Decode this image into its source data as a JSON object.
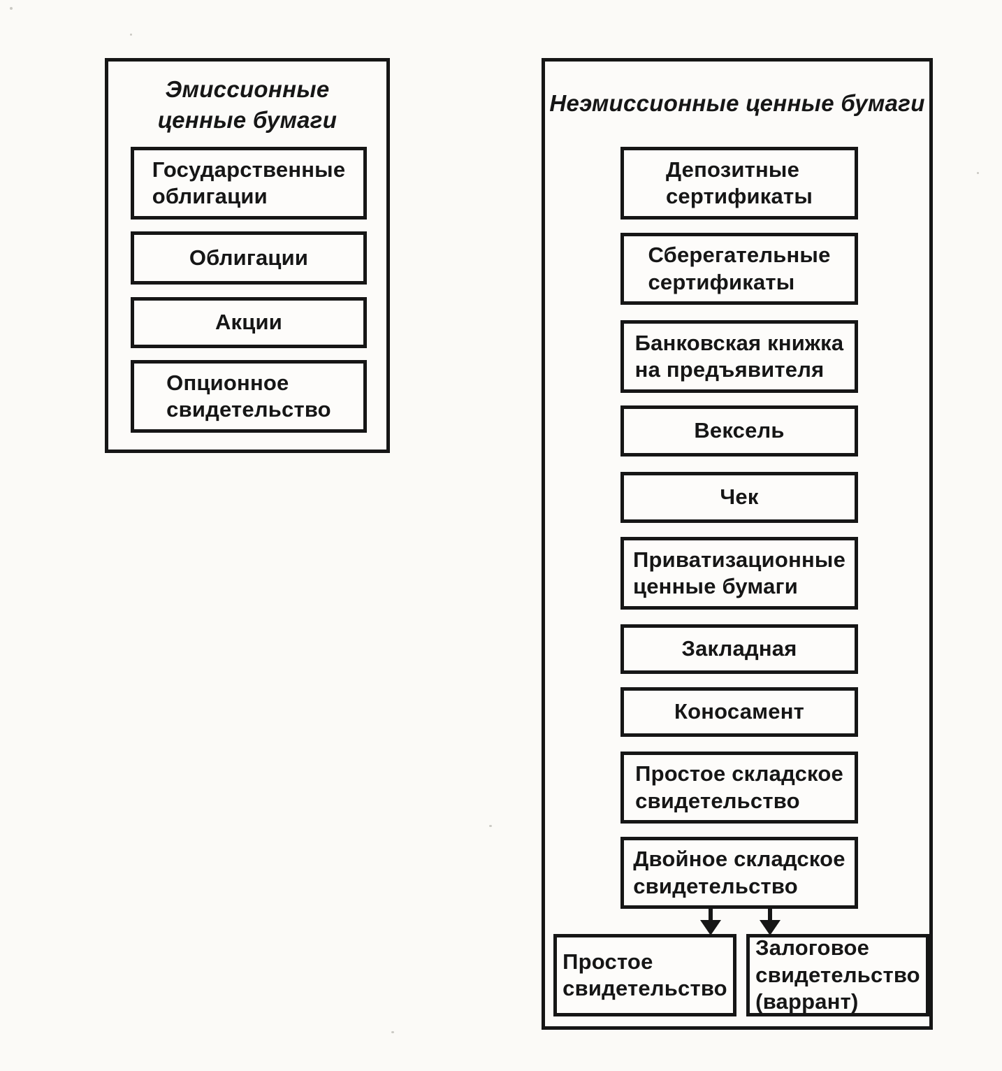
{
  "diagram": {
    "colors": {
      "ink": "#161616",
      "paper": "#fbfaf7"
    },
    "left_panel": {
      "title": "Эмиссионные\nценные бумаги",
      "items": [
        {
          "label": "Государственные\nоблигации"
        },
        {
          "label": "Облигации"
        },
        {
          "label": "Акции"
        },
        {
          "label": "Опционное\nсвидетельство"
        }
      ]
    },
    "right_panel": {
      "title": "Неэмиссионные ценные бумаги",
      "items": [
        {
          "label": "Депозитные\nсертификаты"
        },
        {
          "label": "Сберегательные\nсертификаты"
        },
        {
          "label": "Банковская книжка\nна предъявителя"
        },
        {
          "label": "Вексель"
        },
        {
          "label": "Чек"
        },
        {
          "label": "Приватизационные\nценные бумаги"
        },
        {
          "label": "Закладная"
        },
        {
          "label": "Коносамент"
        },
        {
          "label": "Простое складское\nсвидетельство"
        },
        {
          "label": "Двойное складское\nсвидетельство"
        }
      ],
      "sub_items": [
        {
          "label": "Простое\nсвидетельство"
        },
        {
          "label": "Залоговое\nсвидетельство\n(варрант)"
        }
      ]
    }
  }
}
